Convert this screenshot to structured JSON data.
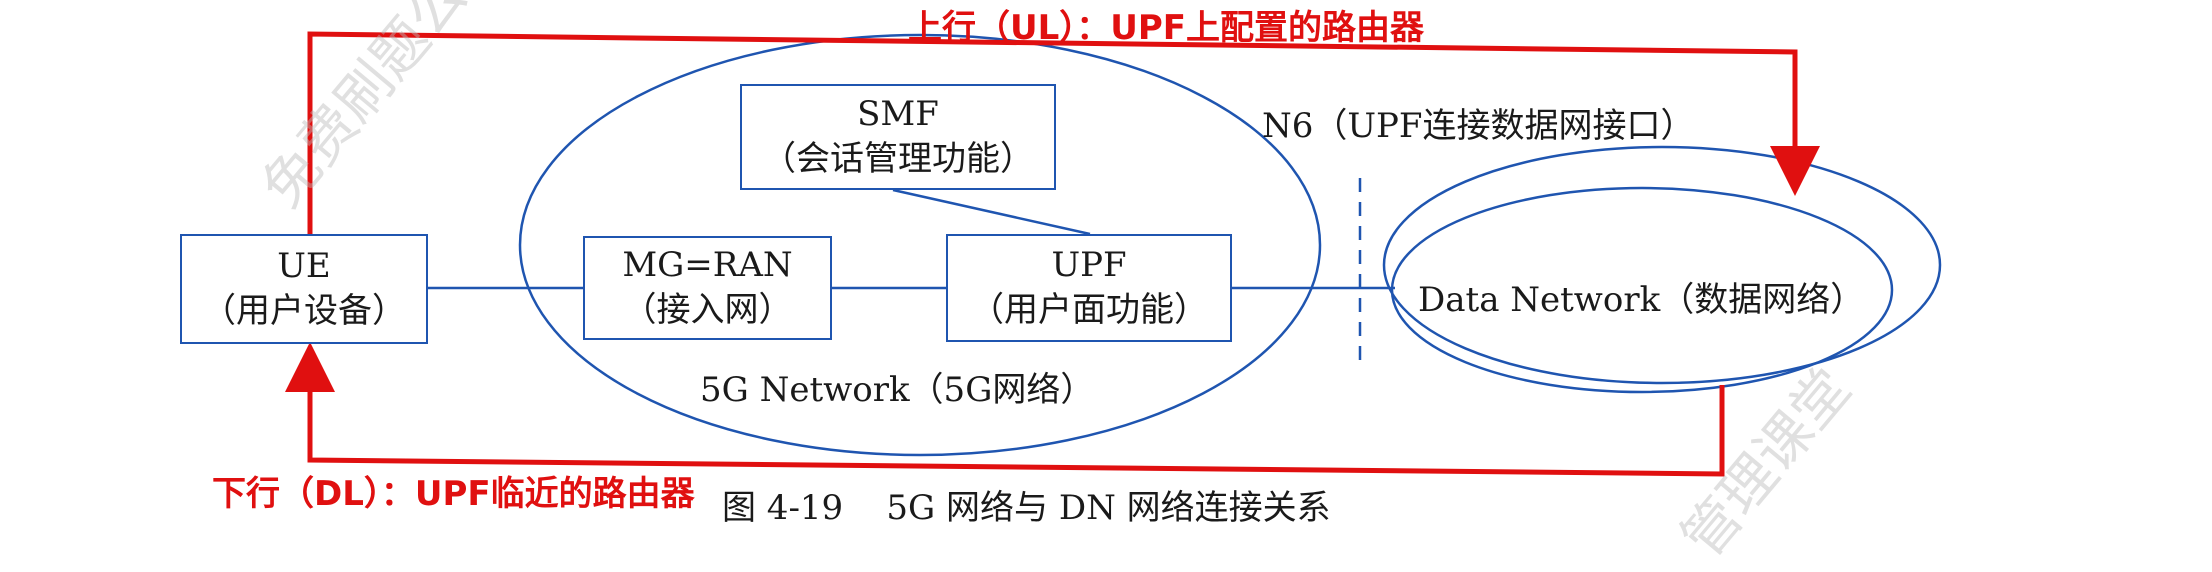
{
  "annotations": {
    "uplink": "上行（UL）：UPF上配置的路由器",
    "downlink": "下行（DL）：UPF临近的路由器"
  },
  "nodes": {
    "ue": {
      "title": "UE",
      "subtitle": "（用户设备）"
    },
    "smf": {
      "title": "SMF",
      "subtitle": "（会话管理功能）"
    },
    "ran": {
      "title": "MG=RAN",
      "subtitle": "（接入网）"
    },
    "upf": {
      "title": "UPF",
      "subtitle": "（用户面功能）"
    },
    "data_network": "Data Network（数据网络）"
  },
  "labels": {
    "network_5g": "5G Network（5G网络）",
    "n6": "N6（UPF连接数据网接口）"
  },
  "caption": "图 4-19    5G 网络与 DN 网络连接关系",
  "watermarks": [
    "免费刷题公众号",
    "管理课堂"
  ],
  "colors": {
    "line": "#1f55b0",
    "annotation": "#e01010",
    "text": "#1a1a1a"
  }
}
